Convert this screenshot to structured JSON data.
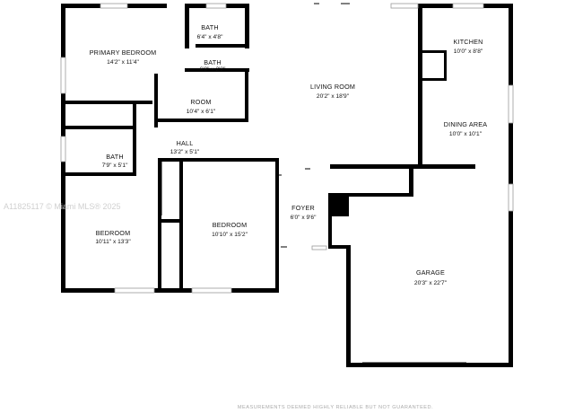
{
  "rooms": {
    "primary_bedroom": {
      "name": "PRIMARY BEDROOM",
      "dims": "14'2\" x 11'4\""
    },
    "bath_top": {
      "name": "BATH",
      "dims": "6'4\" x 4'8\""
    },
    "bath_mid": {
      "name": "BATH",
      "dims": "6'8\" x 2'8\""
    },
    "room": {
      "name": "ROOM",
      "dims": "10'4\" x 6'1\""
    },
    "living_room": {
      "name": "LIVING ROOM",
      "dims": "20'2\" x 18'9\""
    },
    "kitchen": {
      "name": "KITCHEN",
      "dims": "10'0\" x 8'8\""
    },
    "dining_area": {
      "name": "DINING AREA",
      "dims": "10'0\" x 10'1\""
    },
    "hall": {
      "name": "HALL",
      "dims": "13'2\" x 5'1\""
    },
    "bath_left": {
      "name": "BATH",
      "dims": "7'9\" x 5'1\""
    },
    "bedroom_left": {
      "name": "BEDROOM",
      "dims": "10'11\" x 13'3\""
    },
    "bedroom_center": {
      "name": "BEDROOM",
      "dims": "10'10\" x 15'2\""
    },
    "foyer": {
      "name": "FOYER",
      "dims": "6'0\" x 9'6\""
    },
    "garage": {
      "name": "GARAGE",
      "dims": "20'3\" x 22'7\""
    }
  },
  "watermark": "A11825117 © Miami MLS® 2025",
  "disclaimer": "MEASUREMENTS DEEMED HIGHLY RELIABLE BUT NOT GUARANTEED."
}
